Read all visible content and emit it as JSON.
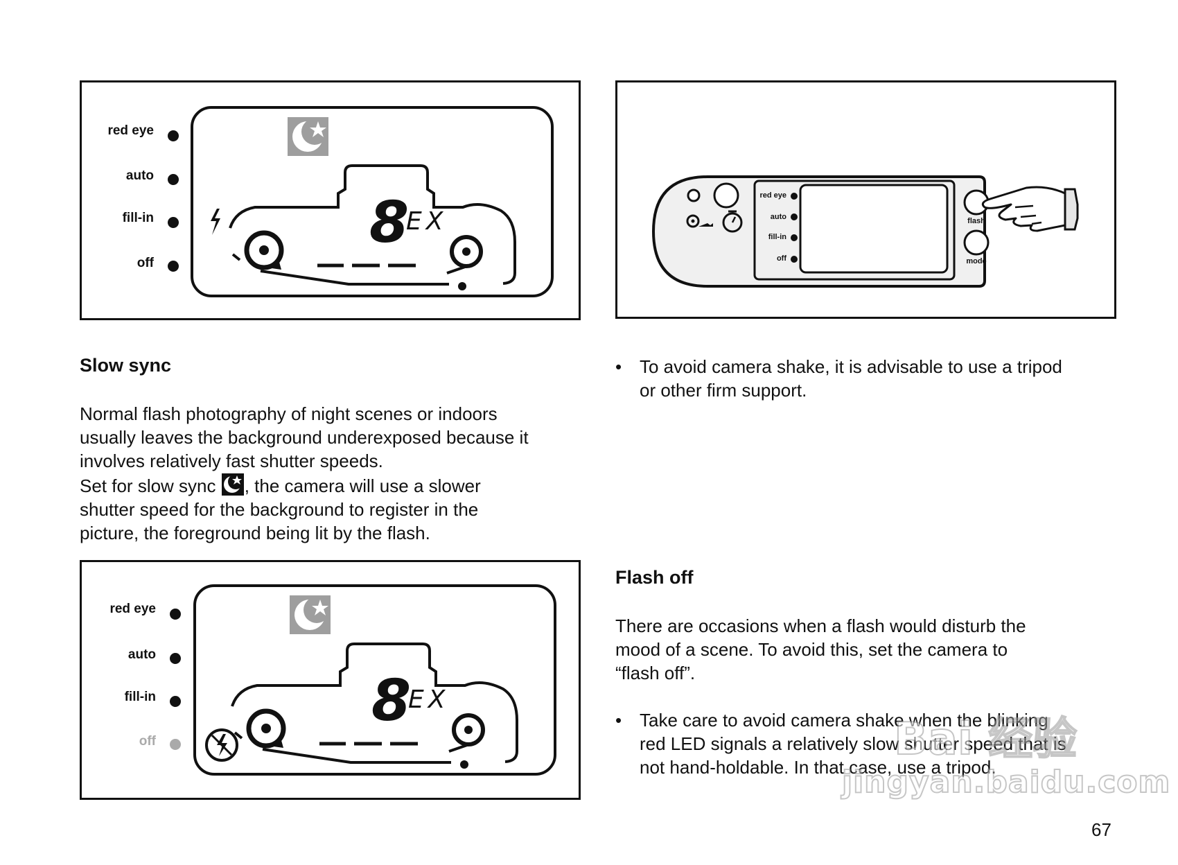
{
  "panel_top_left": {
    "led_labels": [
      "red eye",
      "auto",
      "fill-in",
      "off"
    ],
    "display_digit": "8",
    "display_suffix": "EX",
    "mode_icon": "moon-star-icon",
    "flash_icon": "lightning-icon"
  },
  "panel_top_right": {
    "led_labels": [
      "red eye",
      "auto",
      "fill-in",
      "off"
    ],
    "button_flash": "flash",
    "button_mode": "mode",
    "hand_icon": "pointing-hand-icon"
  },
  "slow_sync": {
    "heading": "Slow sync",
    "para_lines": [
      "Normal flash photography of night scenes or indoors",
      "usually leaves the background underexposed because it",
      "involves relatively fast shutter speeds."
    ],
    "line4_before_icon": "Set for slow sync ",
    "line4_after_icon": ", the camera will use a slower",
    "para2_lines": [
      "shutter speed for the background to register in the",
      "picture, the foreground being lit by the flash."
    ]
  },
  "panel_bottom_left": {
    "led_labels": [
      "red eye",
      "auto",
      "fill-in",
      "off"
    ],
    "display_digit": "8",
    "display_suffix": "EX",
    "mode_icon": "moon-star-icon",
    "flash_off_icon": "flash-off-icon"
  },
  "bullet_tripod": {
    "marker": "•",
    "lines": [
      "To avoid camera shake, it is advisable to use a tripod",
      "or other firm support."
    ]
  },
  "flash_off": {
    "heading": "Flash off",
    "para_lines": [
      "There are occasions when a flash would disturb the",
      "mood of a scene. To avoid this, set the camera to",
      "“flash off”."
    ],
    "bullet_marker": "•",
    "bullet_lines": [
      "Take care to avoid camera shake when the blinking",
      "red LED signals a relatively slow shutter speed that is",
      "not hand-holdable. In that case, use a tripod."
    ]
  },
  "watermark": {
    "top": "Bai 经验",
    "bottom": "jingyan.baidu.com"
  },
  "page_number": "67",
  "colors": {
    "ink": "#111111",
    "icon_gray": "#9e9e9e",
    "dim_gray": "#aaaaaa",
    "panel_fill": "#f0f0f0"
  }
}
